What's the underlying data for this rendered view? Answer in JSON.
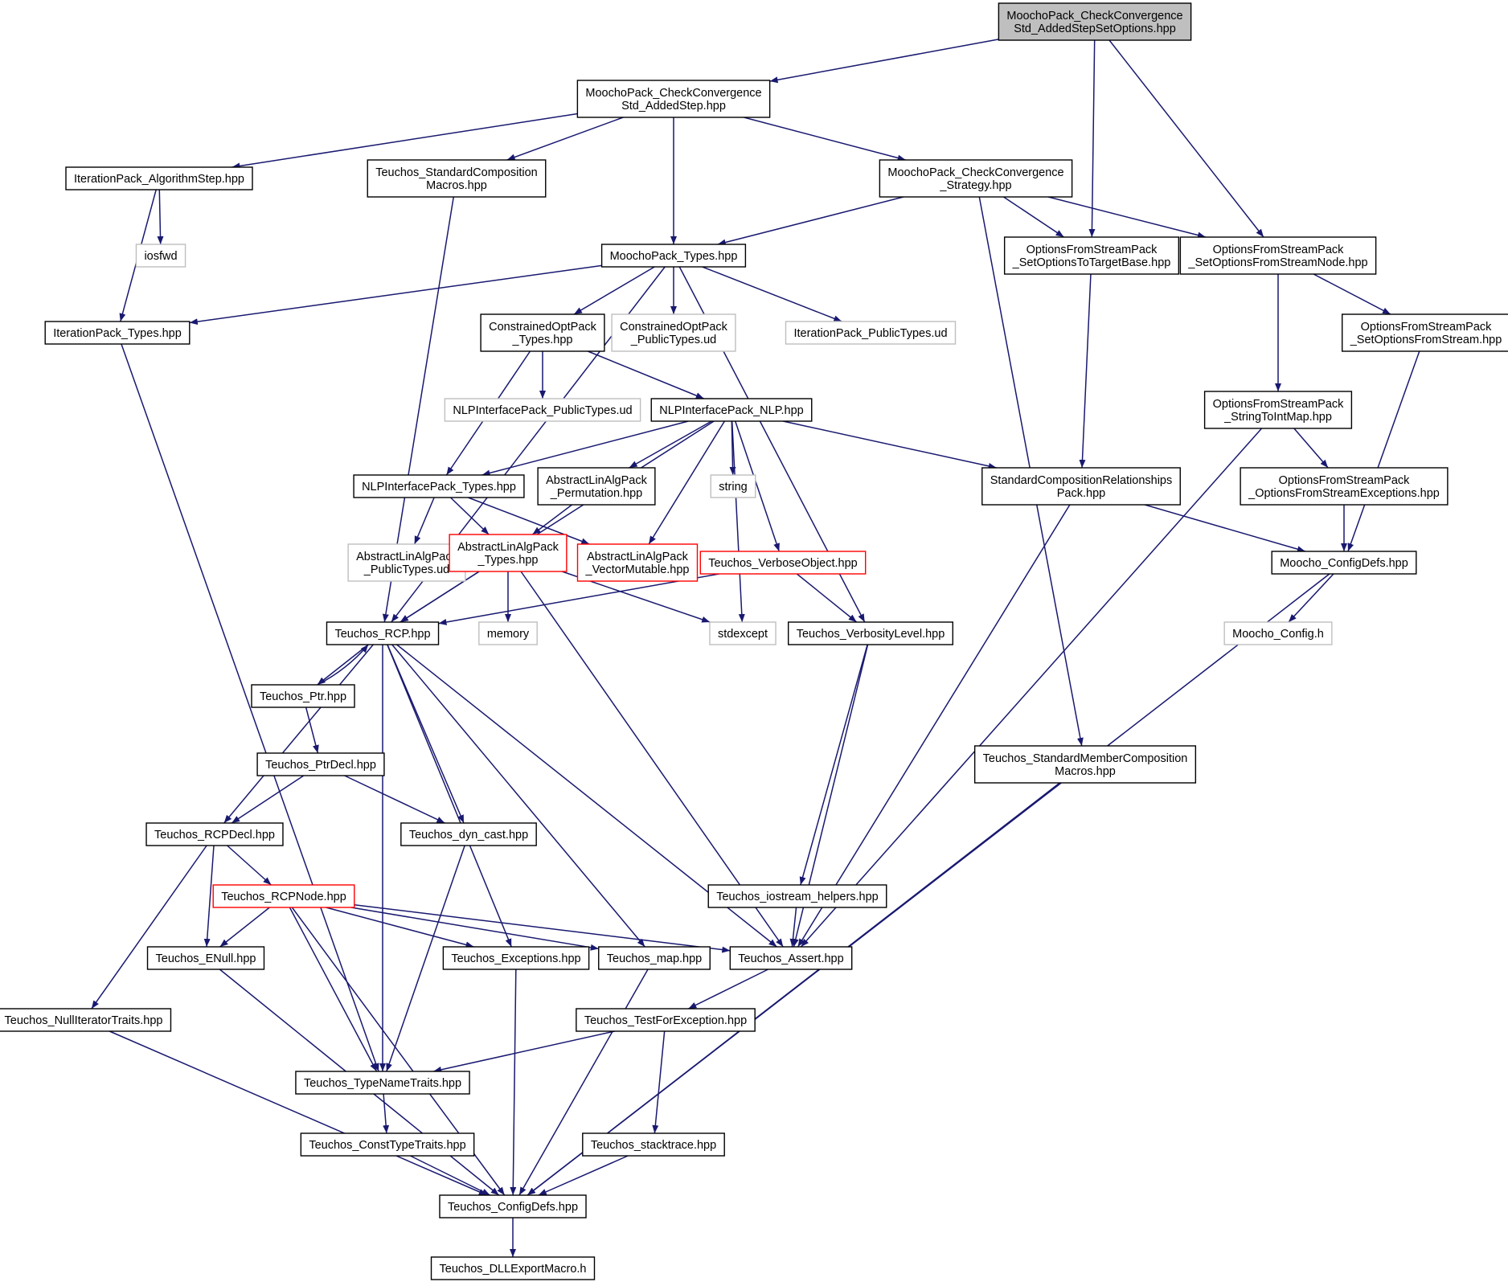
{
  "diagram": {
    "colors": {
      "edge": "#191970",
      "root_fill": "#bfbfbf",
      "normal_border": "#000000",
      "external_border": "#bfbfbf",
      "truncated_border": "#ff0000",
      "text": "#000000"
    },
    "nodes": [
      {
        "id": "root",
        "kind": "root",
        "lines": [
          "MoochoPack_CheckConvergence",
          "Std_AddedStepSetOptions.hpp"
        ]
      },
      {
        "id": "ccAdded",
        "kind": "normal",
        "lines": [
          "MoochoPack_CheckConvergence",
          "Std_AddedStep.hpp"
        ]
      },
      {
        "id": "iterAlgStep",
        "kind": "normal",
        "lines": [
          "IterationPack_AlgorithmStep.hpp"
        ]
      },
      {
        "id": "stdCompMacros",
        "kind": "normal",
        "lines": [
          "Teuchos_StandardComposition",
          "Macros.hpp"
        ]
      },
      {
        "id": "ccStrategy",
        "kind": "normal",
        "lines": [
          "MoochoPack_CheckConvergence",
          "_Strategy.hpp"
        ]
      },
      {
        "id": "iosfwd",
        "kind": "external",
        "lines": [
          "iosfwd"
        ]
      },
      {
        "id": "moochoTypes",
        "kind": "normal",
        "lines": [
          "MoochoPack_Types.hpp"
        ]
      },
      {
        "id": "ofsTarget",
        "kind": "normal",
        "lines": [
          "OptionsFromStreamPack",
          "_SetOptionsToTargetBase.hpp"
        ]
      },
      {
        "id": "ofsNode",
        "kind": "normal",
        "lines": [
          "OptionsFromStreamPack",
          "_SetOptionsFromStreamNode.hpp"
        ]
      },
      {
        "id": "iterTypes",
        "kind": "normal",
        "lines": [
          "IterationPack_Types.hpp"
        ]
      },
      {
        "id": "coTypes",
        "kind": "normal",
        "lines": [
          "ConstrainedOptPack",
          "_Types.hpp"
        ]
      },
      {
        "id": "coPublicUd",
        "kind": "external",
        "lines": [
          "ConstrainedOptPack",
          "_PublicTypes.ud"
        ]
      },
      {
        "id": "iterPublicUd",
        "kind": "external",
        "lines": [
          "IterationPack_PublicTypes.ud"
        ]
      },
      {
        "id": "ofsStream",
        "kind": "normal",
        "lines": [
          "OptionsFromStreamPack",
          "_SetOptionsFromStream.hpp"
        ]
      },
      {
        "id": "nlpPublicUd",
        "kind": "external",
        "lines": [
          "NLPInterfacePack_PublicTypes.ud"
        ]
      },
      {
        "id": "nlpNLP",
        "kind": "normal",
        "lines": [
          "NLPInterfacePack_NLP.hpp"
        ]
      },
      {
        "id": "ofsStrToInt",
        "kind": "normal",
        "lines": [
          "OptionsFromStreamPack",
          "_StringToIntMap.hpp"
        ]
      },
      {
        "id": "nlpTypes",
        "kind": "normal",
        "lines": [
          "NLPInterfacePack_Types.hpp"
        ]
      },
      {
        "id": "alaPerm",
        "kind": "normal",
        "lines": [
          "AbstractLinAlgPack",
          "_Permutation.hpp"
        ]
      },
      {
        "id": "string",
        "kind": "external",
        "lines": [
          "string"
        ]
      },
      {
        "id": "scrPack",
        "kind": "normal",
        "lines": [
          "StandardCompositionRelationships",
          "Pack.hpp"
        ]
      },
      {
        "id": "ofsExc",
        "kind": "normal",
        "lines": [
          "OptionsFromStreamPack",
          "_OptionsFromStreamExceptions.hpp"
        ]
      },
      {
        "id": "alaPublicUd",
        "kind": "external",
        "lines": [
          "AbstractLinAlgPack",
          "_PublicTypes.ud"
        ]
      },
      {
        "id": "alaTypes",
        "kind": "truncated",
        "lines": [
          "AbstractLinAlgPack",
          "_Types.hpp"
        ]
      },
      {
        "id": "alaVecMut",
        "kind": "truncated",
        "lines": [
          "AbstractLinAlgPack",
          "_VectorMutable.hpp"
        ]
      },
      {
        "id": "verboseObj",
        "kind": "truncated",
        "lines": [
          "Teuchos_VerboseObject.hpp"
        ]
      },
      {
        "id": "moochoCfg",
        "kind": "normal",
        "lines": [
          "Moocho_ConfigDefs.hpp"
        ]
      },
      {
        "id": "rcp",
        "kind": "normal",
        "lines": [
          "Teuchos_RCP.hpp"
        ]
      },
      {
        "id": "memory",
        "kind": "external",
        "lines": [
          "memory"
        ]
      },
      {
        "id": "stdexcept",
        "kind": "external",
        "lines": [
          "stdexcept"
        ]
      },
      {
        "id": "verbLevel",
        "kind": "normal",
        "lines": [
          "Teuchos_VerbosityLevel.hpp"
        ]
      },
      {
        "id": "mochoConfigH",
        "kind": "external",
        "lines": [
          "Moocho_Config.h"
        ]
      },
      {
        "id": "ptr",
        "kind": "normal",
        "lines": [
          "Teuchos_Ptr.hpp"
        ]
      },
      {
        "id": "stdMemberComp",
        "kind": "normal",
        "lines": [
          "Teuchos_StandardMemberComposition",
          "Macros.hpp"
        ]
      },
      {
        "id": "ptrDecl",
        "kind": "normal",
        "lines": [
          "Teuchos_PtrDecl.hpp"
        ]
      },
      {
        "id": "rcpDecl",
        "kind": "normal",
        "lines": [
          "Teuchos_RCPDecl.hpp"
        ]
      },
      {
        "id": "dynCast",
        "kind": "normal",
        "lines": [
          "Teuchos_dyn_cast.hpp"
        ]
      },
      {
        "id": "rcpNode",
        "kind": "truncated",
        "lines": [
          "Teuchos_RCPNode.hpp"
        ]
      },
      {
        "id": "iostreamHelpers",
        "kind": "normal",
        "lines": [
          "Teuchos_iostream_helpers.hpp"
        ]
      },
      {
        "id": "enull",
        "kind": "normal",
        "lines": [
          "Teuchos_ENull.hpp"
        ]
      },
      {
        "id": "exceptions",
        "kind": "normal",
        "lines": [
          "Teuchos_Exceptions.hpp"
        ]
      },
      {
        "id": "map",
        "kind": "normal",
        "lines": [
          "Teuchos_map.hpp"
        ]
      },
      {
        "id": "assert",
        "kind": "normal",
        "lines": [
          "Teuchos_Assert.hpp"
        ]
      },
      {
        "id": "nullIter",
        "kind": "normal",
        "lines": [
          "Teuchos_NullIteratorTraits.hpp"
        ]
      },
      {
        "id": "testForExc",
        "kind": "normal",
        "lines": [
          "Teuchos_TestForException.hpp"
        ]
      },
      {
        "id": "typeName",
        "kind": "normal",
        "lines": [
          "Teuchos_TypeNameTraits.hpp"
        ]
      },
      {
        "id": "constType",
        "kind": "normal",
        "lines": [
          "Teuchos_ConstTypeTraits.hpp"
        ]
      },
      {
        "id": "stacktrace",
        "kind": "normal",
        "lines": [
          "Teuchos_stacktrace.hpp"
        ]
      },
      {
        "id": "teuchosCfg",
        "kind": "normal",
        "lines": [
          "Teuchos_ConfigDefs.hpp"
        ]
      },
      {
        "id": "dllExport",
        "kind": "normal",
        "lines": [
          "Teuchos_DLLExportMacro.h"
        ]
      }
    ],
    "edges": [
      [
        "root",
        "ccAdded"
      ],
      [
        "root",
        "ofsTarget"
      ],
      [
        "root",
        "ofsNode"
      ],
      [
        "ccAdded",
        "iterAlgStep"
      ],
      [
        "ccAdded",
        "stdCompMacros"
      ],
      [
        "ccAdded",
        "moochoTypes"
      ],
      [
        "ccAdded",
        "ccStrategy"
      ],
      [
        "iterAlgStep",
        "iosfwd"
      ],
      [
        "iterAlgStep",
        "iterTypes"
      ],
      [
        "stdCompMacros",
        "rcp"
      ],
      [
        "ccStrategy",
        "moochoTypes"
      ],
      [
        "ccStrategy",
        "ofsTarget"
      ],
      [
        "ccStrategy",
        "ofsNode"
      ],
      [
        "ccStrategy",
        "stdMemberComp"
      ],
      [
        "moochoTypes",
        "iterTypes"
      ],
      [
        "moochoTypes",
        "coTypes"
      ],
      [
        "moochoTypes",
        "coPublicUd"
      ],
      [
        "moochoTypes",
        "iterPublicUd"
      ],
      [
        "moochoTypes",
        "rcp"
      ],
      [
        "moochoTypes",
        "verbLevel"
      ],
      [
        "ofsTarget",
        "scrPack"
      ],
      [
        "ofsNode",
        "ofsStream"
      ],
      [
        "ofsNode",
        "ofsStrToInt"
      ],
      [
        "iterTypes",
        "typeName"
      ],
      [
        "coTypes",
        "nlpPublicUd"
      ],
      [
        "coTypes",
        "nlpNLP"
      ],
      [
        "coTypes",
        "nlpTypes"
      ],
      [
        "ofsStream",
        "moochoCfg"
      ],
      [
        "nlpNLP",
        "nlpTypes"
      ],
      [
        "nlpNLP",
        "alaPerm"
      ],
      [
        "nlpNLP",
        "string"
      ],
      [
        "nlpNLP",
        "alaVecMut"
      ],
      [
        "nlpNLP",
        "verboseObj"
      ],
      [
        "nlpNLP",
        "stdexcept"
      ],
      [
        "nlpNLP",
        "scrPack"
      ],
      [
        "nlpNLP",
        "rcp"
      ],
      [
        "ofsStrToInt",
        "ofsExc"
      ],
      [
        "ofsStrToInt",
        "assert"
      ],
      [
        "nlpTypes",
        "alaPublicUd"
      ],
      [
        "nlpTypes",
        "alaTypes"
      ],
      [
        "nlpTypes",
        "alaVecMut"
      ],
      [
        "alaPerm",
        "alaTypes"
      ],
      [
        "scrPack",
        "moochoCfg"
      ],
      [
        "scrPack",
        "assert"
      ],
      [
        "ofsExc",
        "moochoCfg"
      ],
      [
        "alaTypes",
        "rcp"
      ],
      [
        "alaTypes",
        "memory"
      ],
      [
        "alaTypes",
        "stdexcept"
      ],
      [
        "alaTypes",
        "assert"
      ],
      [
        "verboseObj",
        "rcp"
      ],
      [
        "verboseObj",
        "verbLevel"
      ],
      [
        "moochoCfg",
        "mochoConfigH"
      ],
      [
        "moochoCfg",
        "teuchosCfg"
      ],
      [
        "rcp",
        "ptr"
      ],
      [
        "rcp",
        "rcpDecl"
      ],
      [
        "rcp",
        "dynCast"
      ],
      [
        "rcp",
        "typeName"
      ],
      [
        "rcp",
        "exceptions"
      ],
      [
        "rcp",
        "map"
      ],
      [
        "rcp",
        "assert"
      ],
      [
        "verbLevel",
        "iostreamHelpers"
      ],
      [
        "verbLevel",
        "assert"
      ],
      [
        "ptr",
        "rcp"
      ],
      [
        "ptr",
        "ptrDecl"
      ],
      [
        "stdMemberComp",
        "teuchosCfg"
      ],
      [
        "ptrDecl",
        "rcpDecl"
      ],
      [
        "ptrDecl",
        "dynCast"
      ],
      [
        "rcpDecl",
        "rcpNode"
      ],
      [
        "rcpDecl",
        "enull"
      ],
      [
        "rcpDecl",
        "nullIter"
      ],
      [
        "dynCast",
        "typeName"
      ],
      [
        "rcpNode",
        "enull"
      ],
      [
        "rcpNode",
        "exceptions"
      ],
      [
        "rcpNode",
        "map"
      ],
      [
        "rcpNode",
        "assert"
      ],
      [
        "rcpNode",
        "typeName"
      ],
      [
        "rcpNode",
        "teuchosCfg"
      ],
      [
        "iostreamHelpers",
        "assert"
      ],
      [
        "enull",
        "teuchosCfg"
      ],
      [
        "exceptions",
        "teuchosCfg"
      ],
      [
        "map",
        "teuchosCfg"
      ],
      [
        "assert",
        "testForExc"
      ],
      [
        "nullIter",
        "teuchosCfg"
      ],
      [
        "testForExc",
        "typeName"
      ],
      [
        "testForExc",
        "stacktrace"
      ],
      [
        "typeName",
        "constType"
      ],
      [
        "constType",
        "teuchosCfg"
      ],
      [
        "stacktrace",
        "teuchosCfg"
      ],
      [
        "teuchosCfg",
        "dllExport"
      ]
    ]
  }
}
